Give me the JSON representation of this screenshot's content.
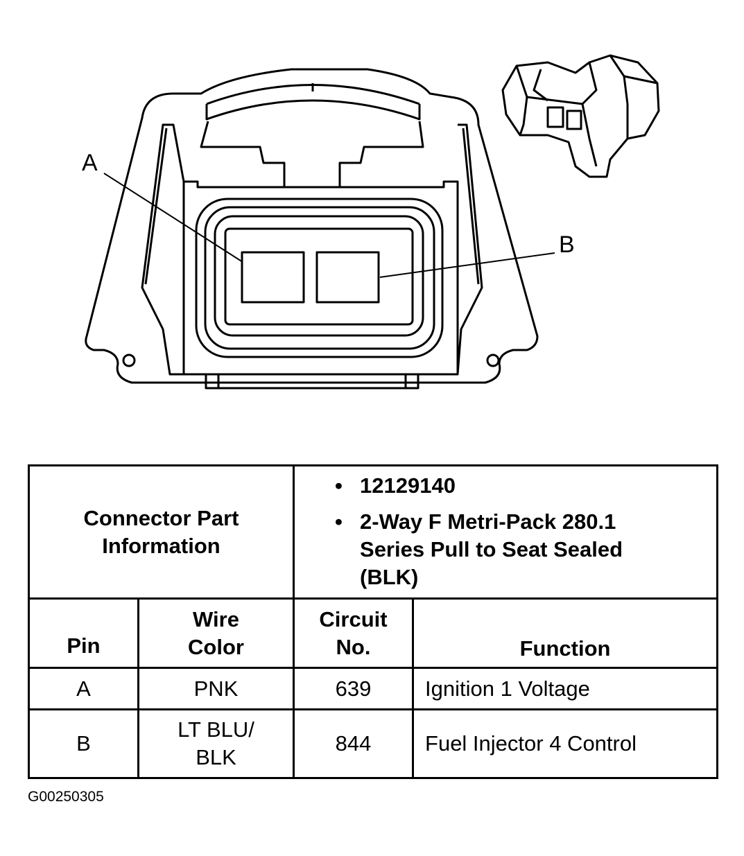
{
  "diagram": {
    "label_a": "A",
    "label_b": "B"
  },
  "table": {
    "part_info_label": "Connector Part Information",
    "part_info_items": [
      "12129140",
      "2-Way F Metri-Pack 280.1 Series Pull to Seat Sealed (BLK)"
    ],
    "headers": {
      "pin": "Pin",
      "wire_color": "Wire Color",
      "circuit_no": "Circuit No.",
      "function": "Function"
    },
    "rows": [
      {
        "pin": "A",
        "wire_color": "PNK",
        "circuit": "639",
        "function": "Ignition 1 Voltage"
      },
      {
        "pin": "B",
        "wire_color": "LT BLU/ BLK",
        "circuit": "844",
        "function": "Fuel Injector 4 Control"
      }
    ]
  },
  "figure_code": "G00250305",
  "bullet_glyph": "•"
}
